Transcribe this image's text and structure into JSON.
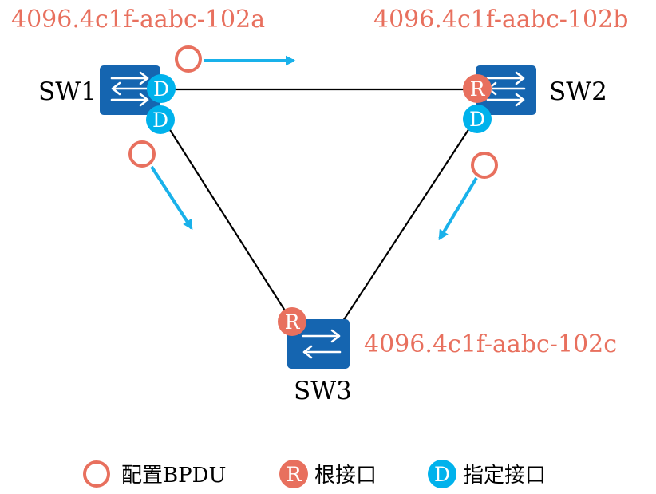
{
  "colors": {
    "switch_fill": "#1565b0",
    "bridge_id": "#e8705e",
    "root_port": "#e8705e",
    "designated_port": "#00b2ec",
    "bpdu_ring": "#e8705e",
    "bpdu_arrow": "#19b1ea",
    "link": "#000000"
  },
  "switches": [
    {
      "name": "SW1",
      "bridge_id": "4096.4c1f-aabc-102a"
    },
    {
      "name": "SW2",
      "bridge_id": "4096.4c1f-aabc-102b"
    },
    {
      "name": "SW3",
      "bridge_id": "4096.4c1f-aabc-102c"
    }
  ],
  "port_badges": {
    "root": "R",
    "designated": "D"
  },
  "legend": {
    "bpdu": "配置BPDU",
    "root_port_letter": "R",
    "root_port": "根接口",
    "designated_port_letter": "D",
    "designated_port": "指定接口"
  }
}
